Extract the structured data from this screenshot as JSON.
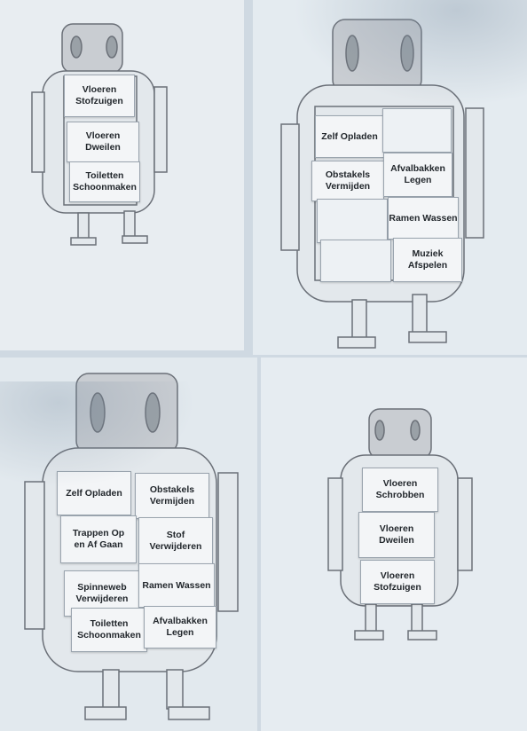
{
  "colors": {
    "paper": "#e6ecf1",
    "outline": "#6b7078",
    "head_fill": "#c9cdd2",
    "eye_fill": "#9aa1a7",
    "card": "#f3f5f7",
    "text": "#22272c"
  },
  "sheets": [
    {
      "cards": [
        {
          "label": "Vloeren\nStofzuigen"
        },
        {
          "label": "Vloeren\nDweilen"
        },
        {
          "label": "Toiletten\nSchoonmaken"
        }
      ]
    },
    {
      "cards": [
        {
          "label": "Zelf Opladen"
        },
        {
          "label": ""
        },
        {
          "label": "Obstakels\nVermijden"
        },
        {
          "label": "Afvalbakken\nLegen"
        },
        {
          "label": ""
        },
        {
          "label": "Ramen Wassen"
        },
        {
          "label": ""
        },
        {
          "label": "Muziek\nAfspelen"
        }
      ]
    },
    {
      "cards": [
        {
          "label": "Zelf Opladen"
        },
        {
          "label": "Obstakels\nVermijden"
        },
        {
          "label": "Trappen Op\nen Af Gaan"
        },
        {
          "label": "Stof\nVerwijderen"
        },
        {
          "label": "Spinneweb\nVerwijderen"
        },
        {
          "label": "Ramen Wassen"
        },
        {
          "label": "Toiletten\nSchoonmaken"
        },
        {
          "label": "Afvalbakken\nLegen"
        }
      ]
    },
    {
      "cards": [
        {
          "label": "Vloeren\nSchrobben"
        },
        {
          "label": "Vloeren\nDweilen"
        },
        {
          "label": "Vloeren\nStofzuigen"
        }
      ]
    }
  ]
}
